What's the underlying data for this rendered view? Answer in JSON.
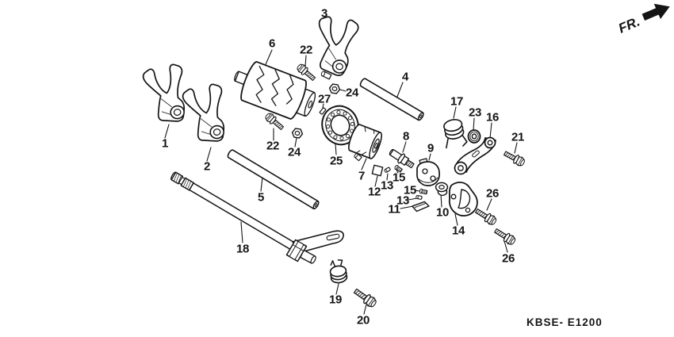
{
  "diagram": {
    "code": "KBSE- E1200",
    "direction_label": "FR.",
    "background_color": "#ffffff",
    "line_color": "#141414"
  },
  "part_labels": [
    {
      "text": "1"
    },
    {
      "text": "2"
    },
    {
      "text": "3"
    },
    {
      "text": "4"
    },
    {
      "text": "5"
    },
    {
      "text": "6"
    },
    {
      "text": "7"
    },
    {
      "text": "8"
    },
    {
      "text": "9"
    },
    {
      "text": "10"
    },
    {
      "text": "11"
    },
    {
      "text": "12"
    },
    {
      "text": "13"
    },
    {
      "text": "13"
    },
    {
      "text": "14"
    },
    {
      "text": "15"
    },
    {
      "text": "15"
    },
    {
      "text": "16"
    },
    {
      "text": "17"
    },
    {
      "text": "18"
    },
    {
      "text": "19"
    },
    {
      "text": "20"
    },
    {
      "text": "21"
    },
    {
      "text": "22"
    },
    {
      "text": "22"
    },
    {
      "text": "23"
    },
    {
      "text": "24"
    },
    {
      "text": "24"
    },
    {
      "text": "25"
    },
    {
      "text": "26"
    },
    {
      "text": "26"
    },
    {
      "text": "27"
    }
  ]
}
